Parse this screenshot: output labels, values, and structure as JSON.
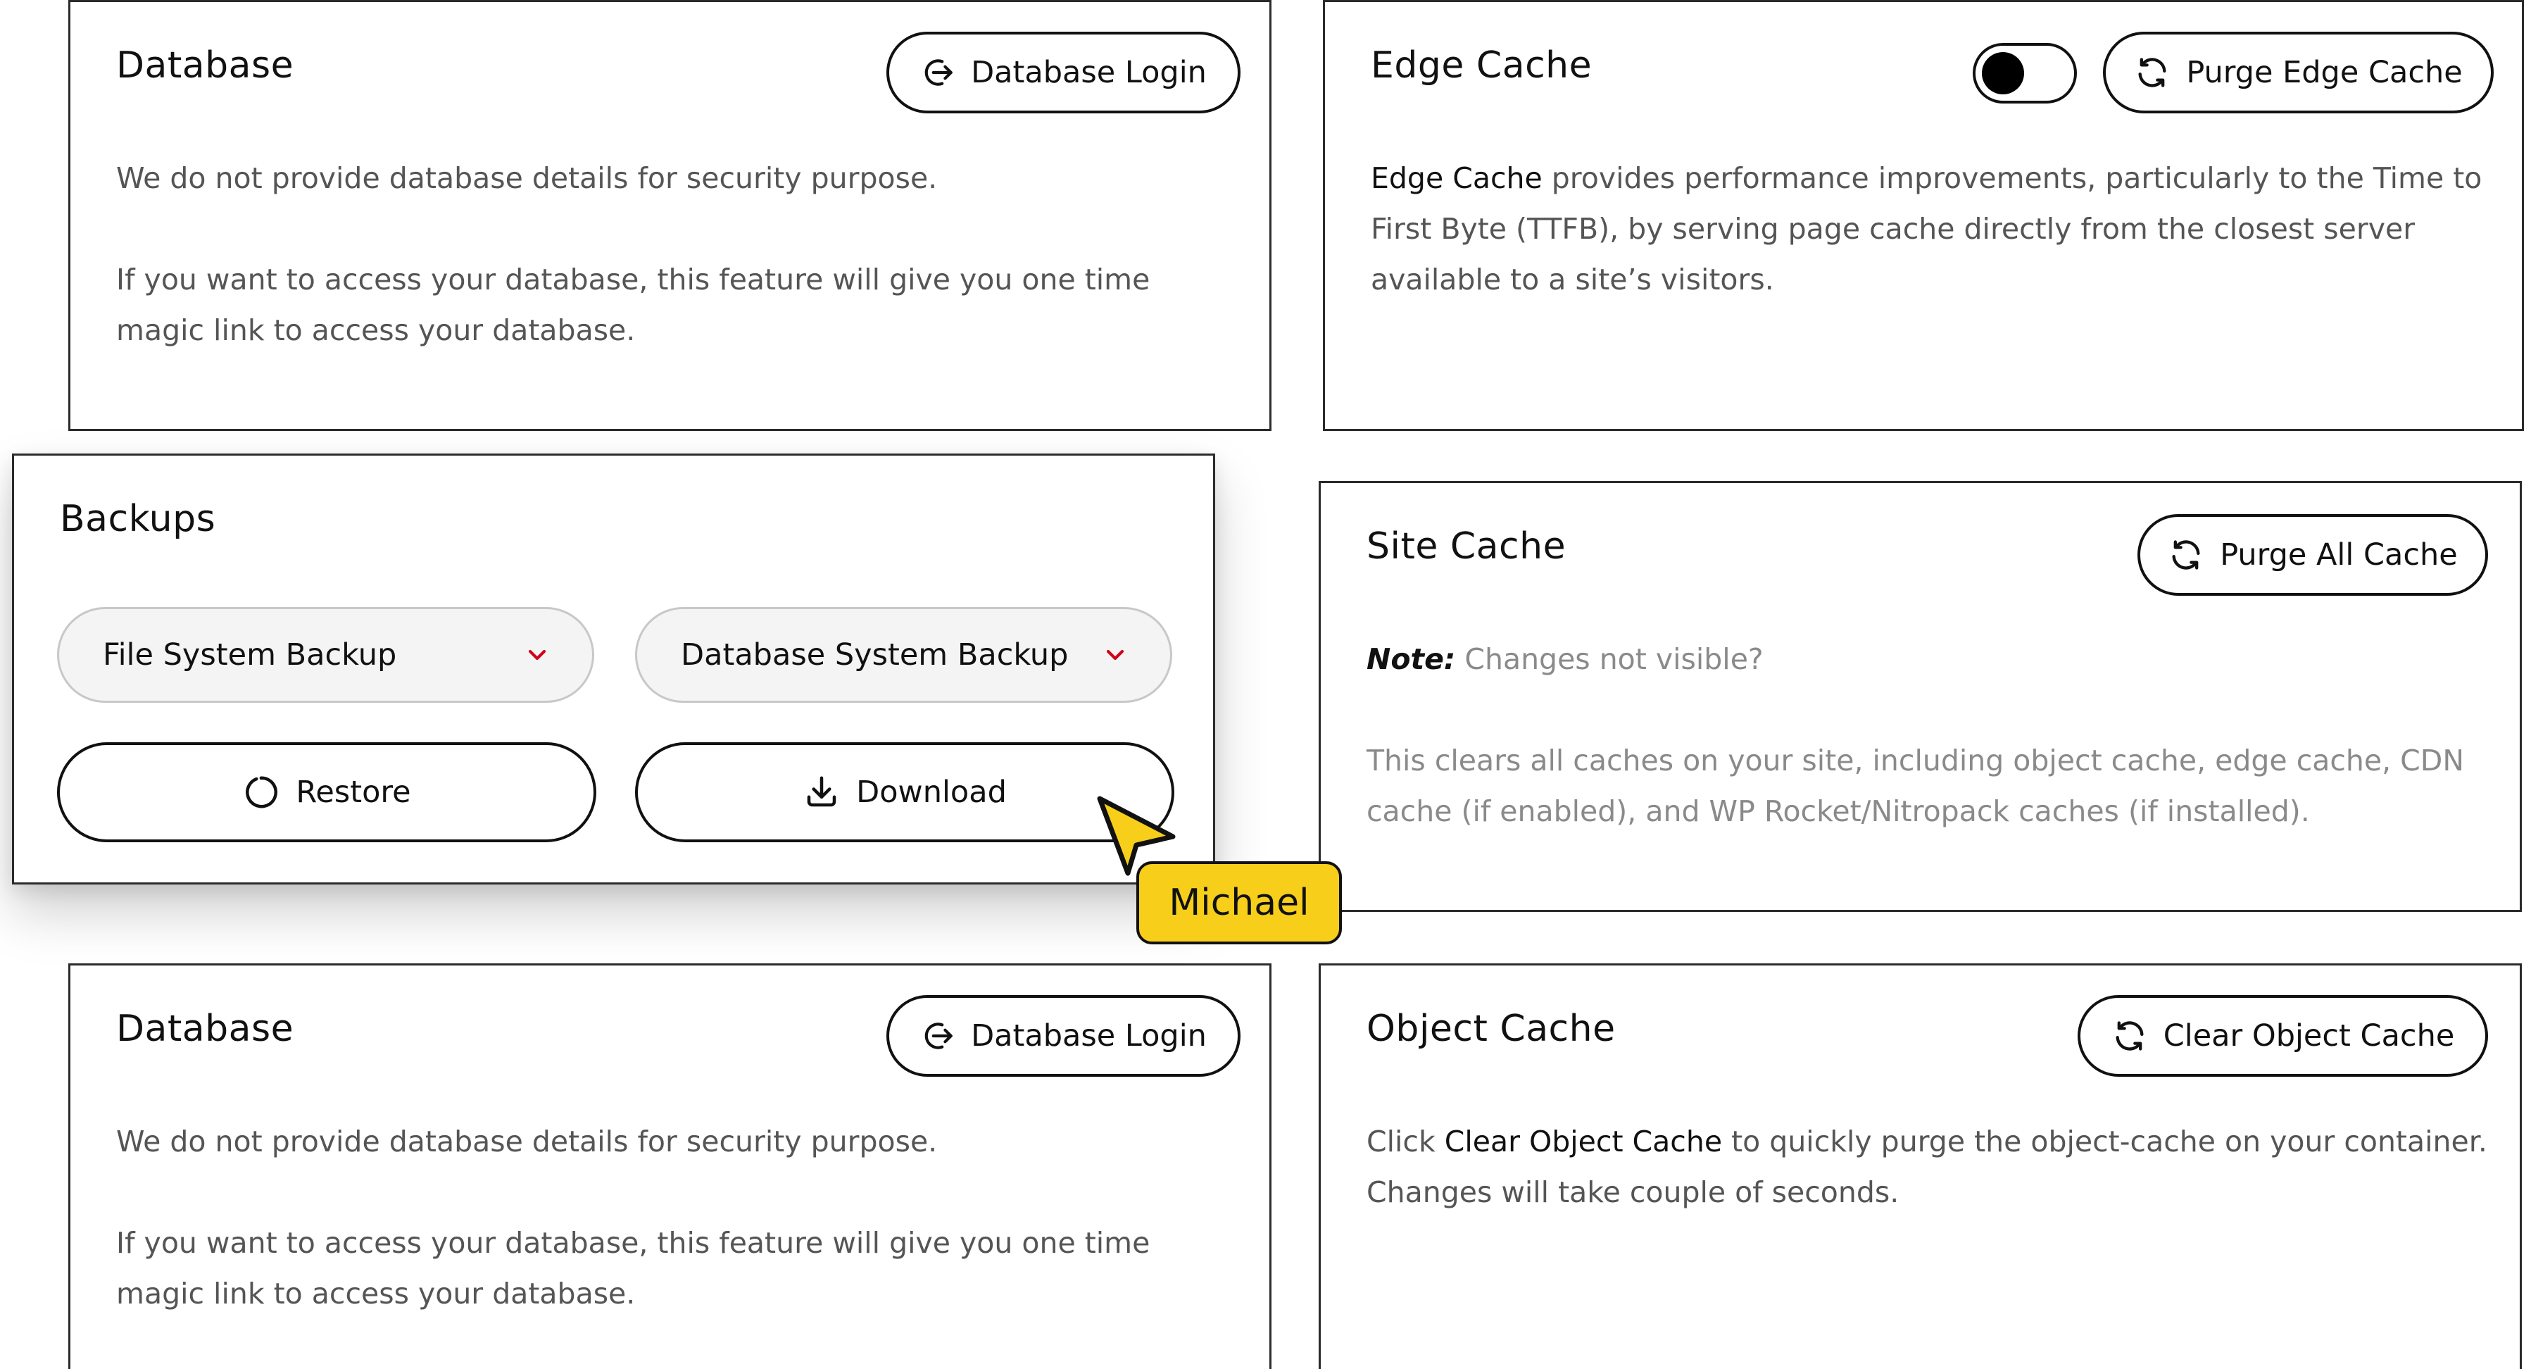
{
  "database_top": {
    "title": "Database",
    "login_label": "Database Login",
    "line1": "We do not provide database details for security purpose.",
    "line2": "If you want to access your database, this feature will give you one time magic link to access your database."
  },
  "edge_cache": {
    "title": "Edge Cache",
    "toggle_state": "off",
    "purge_label": "Purge Edge Cache",
    "desc_highlight": "Edge Cache",
    "desc_rest": " provides performance improvements, particularly to the Time to First Byte (TTFB), by serving page cache directly from the closest server available to a site’s visitors."
  },
  "backups": {
    "title": "Backups",
    "file_select": "File System Backup",
    "db_select": "Database System Backup",
    "restore_label": "Restore",
    "download_label": "Download"
  },
  "site_cache": {
    "title": "Site Cache",
    "purge_label": "Purge All Cache",
    "note_label": "Note:",
    "note_text": " Changes not visible?",
    "desc": "This clears all caches on your site, including object cache, edge cache, CDN cache (if enabled), and WP Rocket/Nitropack caches (if installed)."
  },
  "database_bottom": {
    "title": "Database",
    "login_label": "Database Login",
    "line1": "We do not provide database details for security purpose.",
    "line2": "If you want to access your database, this feature will give you one time magic link to access your database."
  },
  "object_cache": {
    "title": "Object Cache",
    "clear_label": "Clear Object Cache",
    "desc_prefix": "Click ",
    "desc_highlight": "Clear Object Cache",
    "desc_rest": " to quickly purge the object-cache on your container. Changes will take couple of seconds."
  },
  "cursor": {
    "user_name": "Michael",
    "color": "#f7cf1a"
  },
  "colors": {
    "border": "#2b2b2b",
    "chevron": "#d0021b",
    "muted_text": "#555555",
    "light_text": "#8a8a8a"
  }
}
